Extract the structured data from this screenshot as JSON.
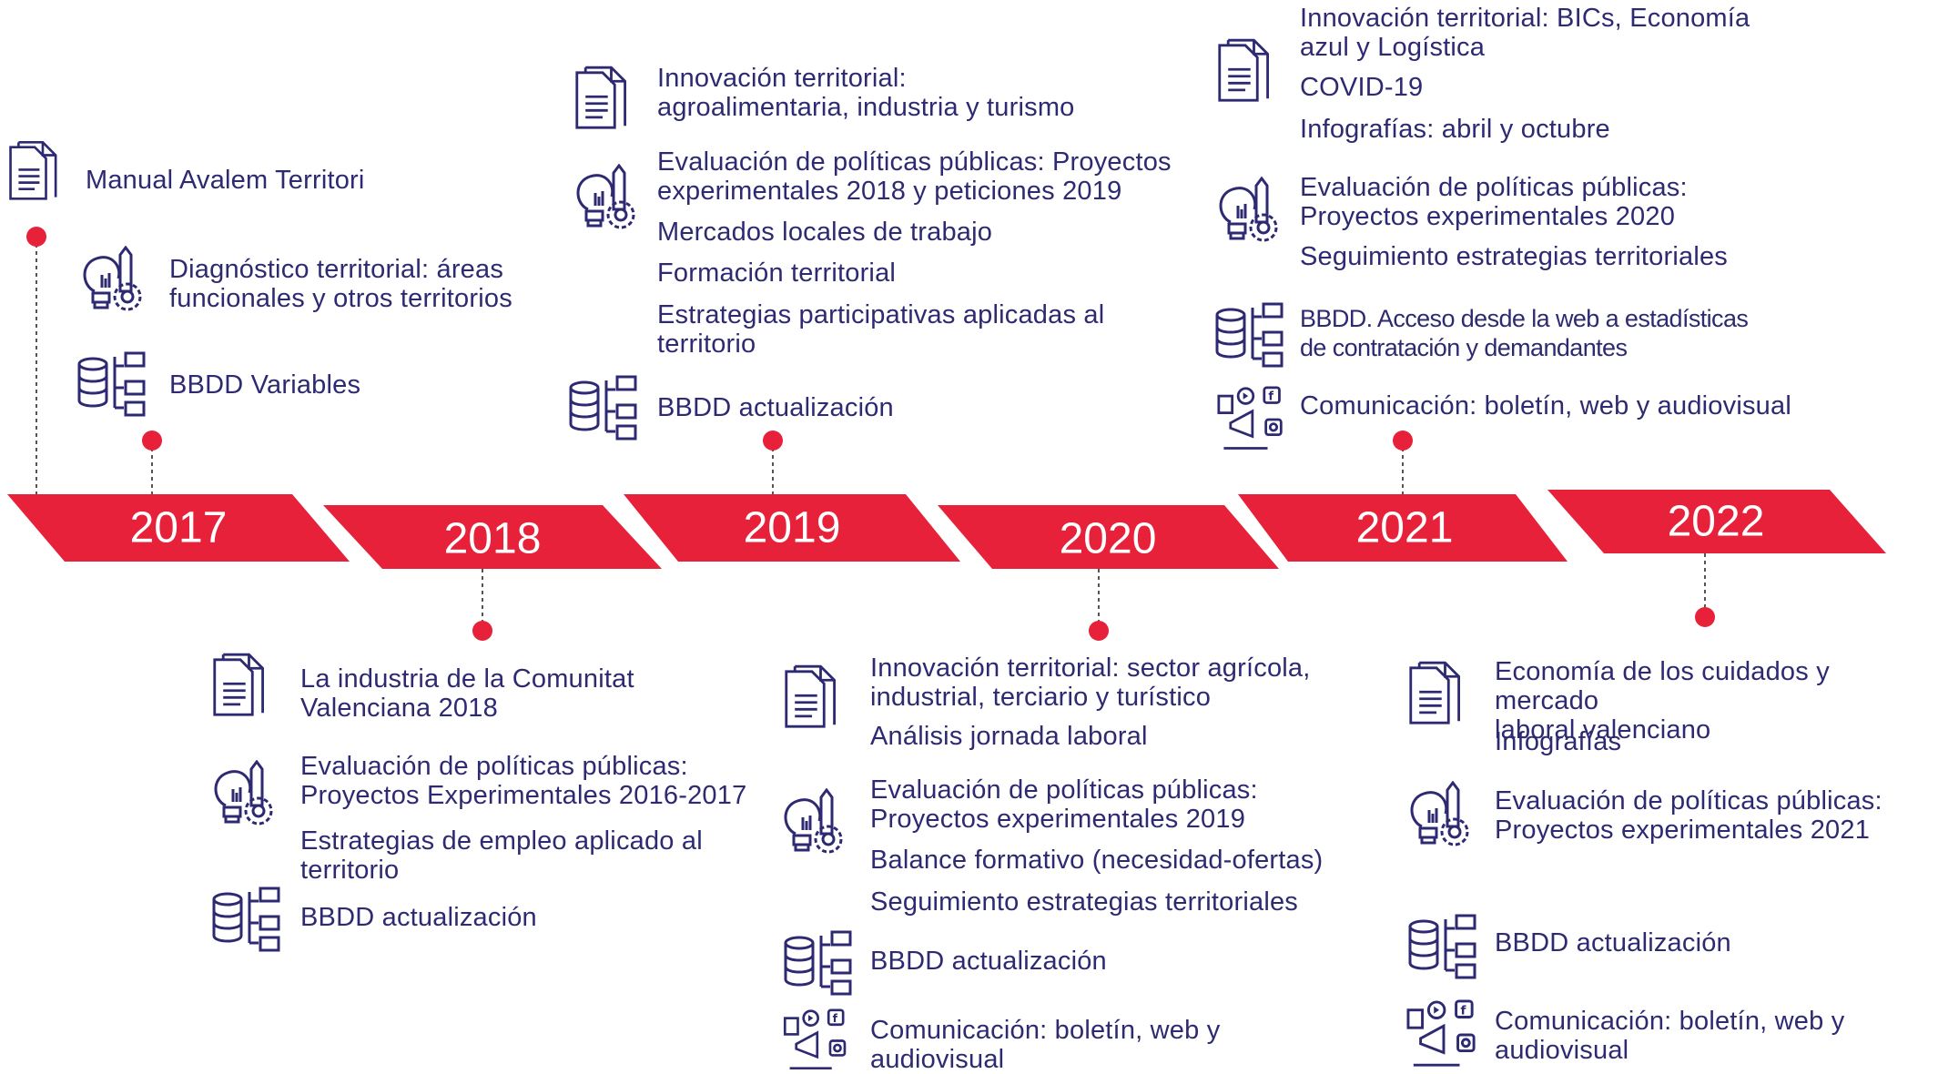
{
  "colors": {
    "accent": "#e8213a",
    "text": "#2e2a72",
    "connector": "#555555"
  },
  "years": [
    {
      "label": "2017"
    },
    {
      "label": "2018"
    },
    {
      "label": "2019"
    },
    {
      "label": "2020"
    },
    {
      "label": "2021"
    },
    {
      "label": "2022"
    }
  ],
  "y2017": {
    "doc": "Manual Avalem Territori",
    "eval": "Diagnóstico territorial: áreas\nfuncionales y otros territorios",
    "db": "BBDD Variables"
  },
  "y2018": {
    "doc": "La industria de la Comunitat\nValenciana 2018",
    "eval1": "Evaluación de políticas públicas:\nProyectos Experimentales 2016-2017",
    "eval2": "Estrategias de empleo aplicado al\nterritorio",
    "db": "BBDD actualización"
  },
  "y2019": {
    "doc": "Innovación territorial:\nagroalimentaria, industria y turismo",
    "eval1": "Evaluación de políticas públicas: Proyectos\nexperimentales 2018 y peticiones 2019",
    "eval2": "Mercados locales de trabajo",
    "eval3": "Formación territorial",
    "eval4": "Estrategias participativas aplicadas al\nterritorio",
    "db": "BBDD actualización"
  },
  "y2020": {
    "doc1": "Innovación territorial: sector agrícola,\nindustrial, terciario y turístico",
    "doc2": "Análisis jornada laboral",
    "eval1": "Evaluación de políticas públicas:\nProyectos experimentales 2019",
    "eval2": "Balance formativo (necesidad-ofertas)",
    "eval3": "Seguimiento estrategias territoriales",
    "db": "BBDD actualización",
    "comm": "Comunicación: boletín, web y\naudiovisual"
  },
  "y2021": {
    "doc1": "Innovación territorial: BICs, Economía\nazul y Logística",
    "doc2": "COVID-19",
    "doc3": "Infografías: abril y octubre",
    "eval1": "Evaluación de políticas públicas:\nProyectos experimentales 2020",
    "eval2": "Seguimiento estrategias territoriales",
    "db": "BBDD. Acceso desde la web a estadísticas\nde contratación y demandantes",
    "comm": "Comunicación: boletín, web y audiovisual"
  },
  "y2022": {
    "doc1": "Economía de los cuidados y mercado\nlaboral valenciano",
    "doc2": "Infografías",
    "eval": "Evaluación de políticas públicas:\nProyectos experimentales 2021",
    "db": "BBDD actualización",
    "comm": "Comunicación: boletín, web y\naudiovisual"
  }
}
